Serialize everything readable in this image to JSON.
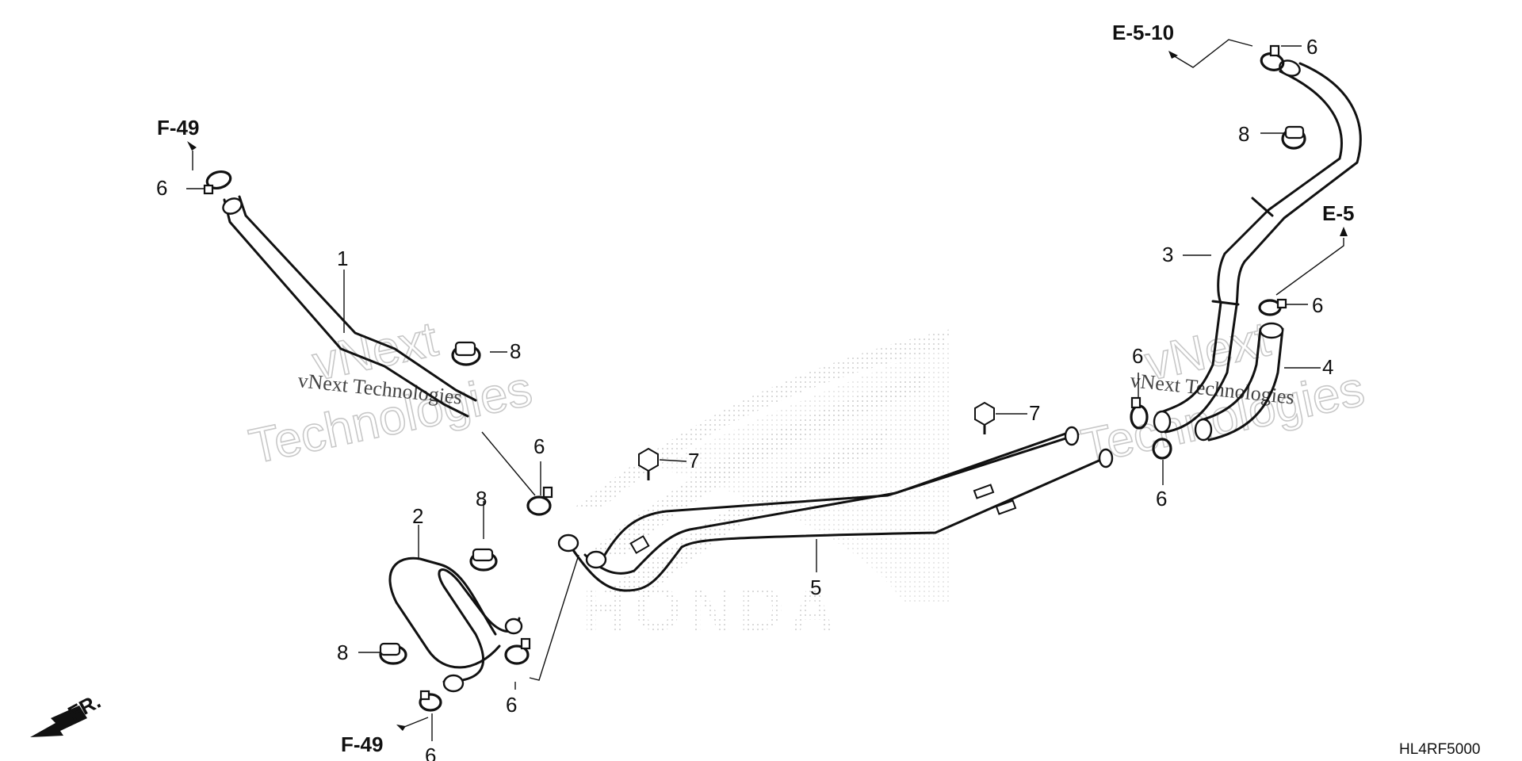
{
  "diagram": {
    "code": "HL4RF5000",
    "front_label": "FR.",
    "watermark": {
      "line1": "vNext Technologies",
      "big1": "vNext",
      "big2": "Technologies"
    },
    "brand_mark": "HONDA",
    "part_numbers": {
      "p1": "1",
      "p2": "2",
      "p3": "3",
      "p4": "4",
      "p5": "5",
      "p6": "6",
      "p7": "7",
      "p8": "8"
    },
    "references": {
      "f49": "F-49",
      "e5": "E-5",
      "e510": "E-5-10"
    }
  }
}
